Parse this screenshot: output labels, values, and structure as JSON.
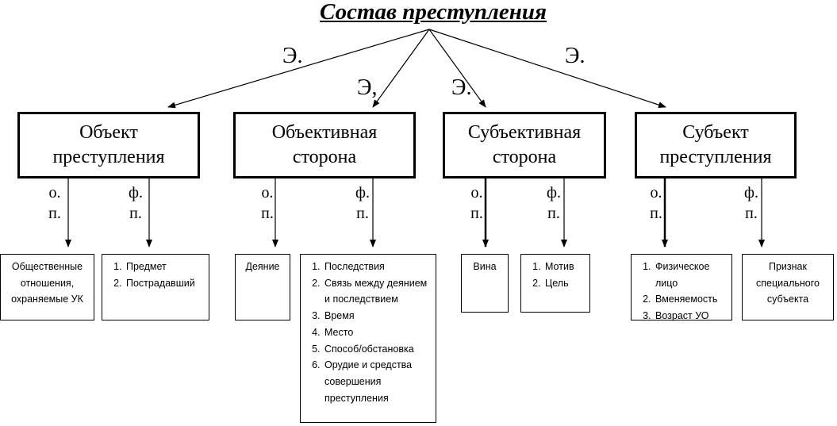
{
  "title": "Состав преступления",
  "edge_labels": [
    "Э.",
    "Э,",
    "Э.",
    "Э."
  ],
  "elements": [
    {
      "name": "Объект\nпреступления",
      "op_label": "о.\nп.",
      "fp_label": "ф.\nп.",
      "op_items": [
        "Общественные отношения, охраняемые УК"
      ],
      "fp_items": [
        "Предмет",
        "Пострадавший"
      ]
    },
    {
      "name": "Объективная\nсторона",
      "op_label": "о.\nп.",
      "fp_label": "ф.\nп.",
      "op_items": [
        "Деяние"
      ],
      "fp_items": [
        "Последствия",
        "Связь между деянием и последствием",
        "Время",
        "Место",
        "Способ/обстановка",
        "Орудие и средства совершения преступления"
      ]
    },
    {
      "name": "Субъективная\nсторона",
      "op_label": "о.\nп.",
      "fp_label": "ф.\nп.",
      "op_items": [
        "Вина"
      ],
      "fp_items": [
        "Мотив",
        "Цель"
      ]
    },
    {
      "name": "Субъект\nпреступления",
      "op_label": "о.\nп.",
      "fp_label": "ф.\nп.",
      "op_items": [
        "Физическое лицо",
        "Вменяемость",
        "Возраст УО"
      ],
      "fp_items": [
        "Признак специального субъекта"
      ]
    }
  ]
}
